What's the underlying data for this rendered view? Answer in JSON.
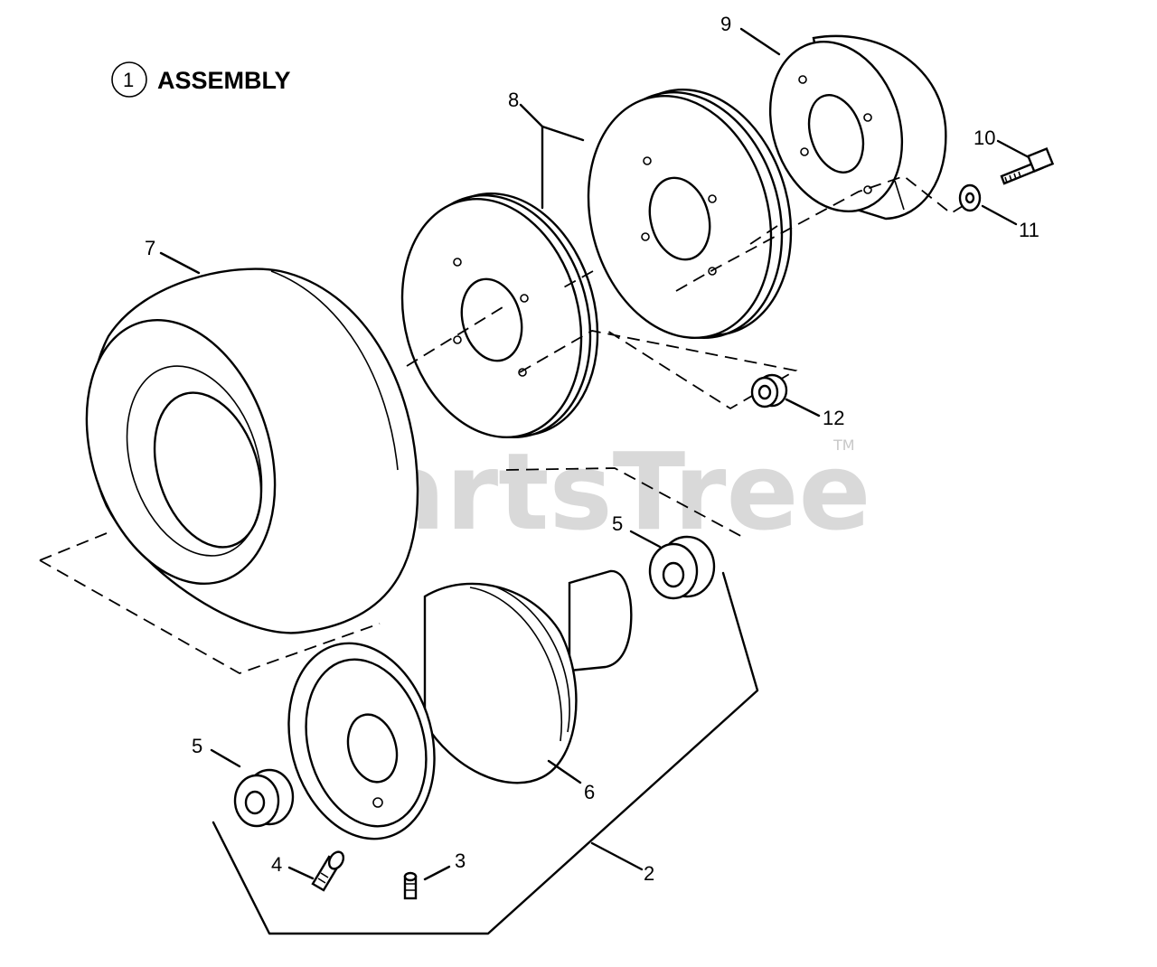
{
  "heading": {
    "number": "1",
    "text": "ASSEMBLY"
  },
  "watermark": {
    "text": "PartsTree",
    "tm": "TM"
  },
  "callouts": {
    "c9": "9",
    "c8": "8",
    "c7": "7",
    "c10": "10",
    "c11": "11",
    "c12": "12",
    "c5a": "5",
    "c5b": "5",
    "c6": "6",
    "c4": "4",
    "c3": "3",
    "c2": "2"
  },
  "colors": {
    "line": "#000000",
    "watermark": "#d3d3d3",
    "background": "#ffffff"
  }
}
